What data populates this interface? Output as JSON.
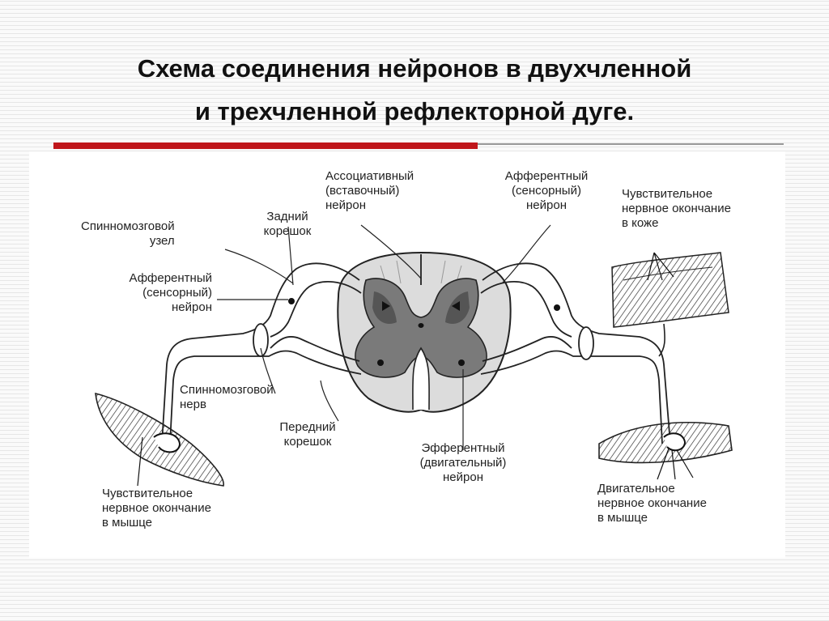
{
  "title": {
    "line1": "Схема соединения нейронов в двухчленной",
    "line2": "и трехчленной рефлекторной дуге."
  },
  "labels": {
    "spinal_ganglion": [
      "Спинномозговой",
      "узел"
    ],
    "dorsal_root": [
      "Задний",
      "корешок"
    ],
    "association_neuron": [
      "Ассоциативный",
      "(вставочный)",
      "нейрон"
    ],
    "afferent_neuron_right": [
      "Афферентный",
      "(сенсорный)",
      "нейрон"
    ],
    "skin_ending": [
      "Чувствительное",
      "нервное окончание",
      "в коже"
    ],
    "afferent_neuron_left": [
      "Афферентный",
      "(сенсорный)",
      "нейрон"
    ],
    "spinal_nerve": [
      "Спинномозговой",
      "нерв"
    ],
    "ventral_root": [
      "Передний",
      "корешок"
    ],
    "efferent_neuron": [
      "Эфферентный",
      "(двигательный)",
      "нейрон"
    ],
    "muscle_sensory_ending": [
      "Чувствительное",
      "нервное окончание",
      "в мышце"
    ],
    "muscle_motor_ending": [
      "Двигательное",
      "нервное окончание",
      "в мышце"
    ]
  },
  "colors": {
    "accent_red": "#c0161b",
    "grey_matter": "#7a7a7a",
    "white_matter": "#dcdcdc"
  }
}
